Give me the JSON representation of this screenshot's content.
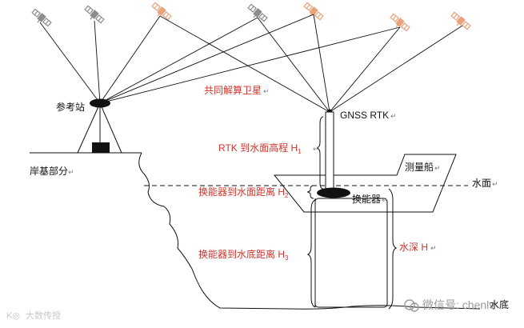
{
  "labels": {
    "reference_station": "参考站",
    "shore": "岸基部分",
    "common_satellites": "共同解算卫星",
    "gnss_rtk": "GNSS RTK",
    "rtk_height": "RTK 到水面高程  H",
    "rtk_height_sub": "1",
    "survey_ship": "测量船",
    "water_surface": "水面",
    "transducer": "换能器",
    "transducer_to_surface": "换能器到水面距离  H",
    "transducer_to_surface_sub": "2",
    "transducer_to_bottom": "换能器到水底距离  H",
    "transducer_to_bottom_sub": "3",
    "water_depth": "水深 H",
    "water_bottom": "水底",
    "paragraph_mark": "↵"
  },
  "watermarks": {
    "wechat": "微信号: chenlv",
    "site": "大数传授"
  },
  "colors": {
    "line": "#111111",
    "red_label": "#d0342c",
    "satellite_gray": "#8c8c8c",
    "satellite_orange": "#e8a27a",
    "watermark": "#9a9a9a"
  },
  "satellites": [
    {
      "name": "satellite-1",
      "color": "gray"
    },
    {
      "name": "satellite-2",
      "color": "gray"
    },
    {
      "name": "satellite-3",
      "color": "orange"
    },
    {
      "name": "satellite-4",
      "color": "gray"
    },
    {
      "name": "satellite-5",
      "color": "orange"
    },
    {
      "name": "satellite-6",
      "color": "orange"
    },
    {
      "name": "satellite-7",
      "color": "orange"
    },
    {
      "name": "satellite-8",
      "color": "orange"
    },
    {
      "name": "satellite-9",
      "color": "gray"
    }
  ]
}
